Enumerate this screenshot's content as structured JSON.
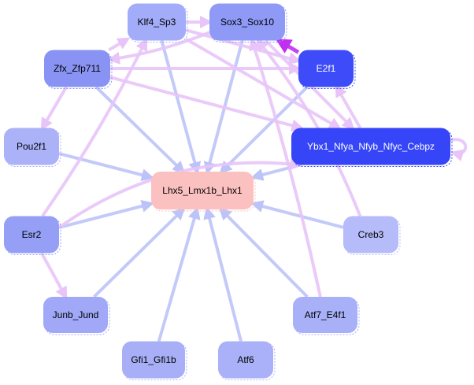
{
  "colors": {
    "activation": "#bcc3f8",
    "interaction": "#e8c4f8",
    "strong": "#c030f0"
  },
  "nodes": [
    {
      "id": "klf4",
      "label": "Klf4_Sp3",
      "fill": "#a3acf8",
      "text": "#000"
    },
    {
      "id": "sox3",
      "label": "Sox3_Sox10",
      "fill": "#8f9af6",
      "text": "#000"
    },
    {
      "id": "zfx",
      "label": "Zfx_Zfp711",
      "fill": "#8893f4",
      "text": "#000"
    },
    {
      "id": "e2f1",
      "label": "E2f1",
      "fill": "#3d4cf8",
      "text": "#fff"
    },
    {
      "id": "pou2f1",
      "label": "Pou2f1",
      "fill": "#abb2f8",
      "text": "#000"
    },
    {
      "id": "ybx1",
      "label": "Ybx1_Nfya_Nfyb_Nfyc_Cebpz",
      "fill": "#3545f7",
      "text": "#fff"
    },
    {
      "id": "lhx5",
      "label": "Lhx5_Lmx1b_Lhx1",
      "fill": "#fbc0c0",
      "text": "#000"
    },
    {
      "id": "esr2",
      "label": "Esr2",
      "fill": "#959ff6",
      "text": "#000"
    },
    {
      "id": "creb3",
      "label": "Creb3",
      "fill": "#b6bbf9",
      "text": "#000"
    },
    {
      "id": "junb",
      "label": "Junb_Jund",
      "fill": "#a0a8f7",
      "text": "#000"
    },
    {
      "id": "atf7",
      "label": "Atf7_E4f1",
      "fill": "#a8b0f8",
      "text": "#000"
    },
    {
      "id": "gfi1",
      "label": "Gfi1_Gfi1b",
      "fill": "#a8aff7",
      "text": "#000"
    },
    {
      "id": "atf6",
      "label": "Atf6",
      "fill": "#aab1f8",
      "text": "#000"
    }
  ],
  "edges": [
    {
      "from": "klf4",
      "to": "lhx5",
      "kind": "activation"
    },
    {
      "from": "sox3",
      "to": "lhx5",
      "kind": "activation"
    },
    {
      "from": "zfx",
      "to": "lhx5",
      "kind": "activation"
    },
    {
      "from": "e2f1",
      "to": "lhx5",
      "kind": "activation"
    },
    {
      "from": "pou2f1",
      "to": "lhx5",
      "kind": "activation"
    },
    {
      "from": "ybx1",
      "to": "lhx5",
      "kind": "activation"
    },
    {
      "from": "esr2",
      "to": "lhx5",
      "kind": "activation"
    },
    {
      "from": "creb3",
      "to": "lhx5",
      "kind": "activation"
    },
    {
      "from": "junb",
      "to": "lhx5",
      "kind": "activation"
    },
    {
      "from": "atf7",
      "to": "lhx5",
      "kind": "activation"
    },
    {
      "from": "gfi1",
      "to": "lhx5",
      "kind": "activation"
    },
    {
      "from": "atf6",
      "to": "lhx5",
      "kind": "activation"
    },
    {
      "from": "klf4",
      "to": "sox3",
      "kind": "interaction"
    },
    {
      "from": "zfx",
      "to": "klf4",
      "kind": "interaction"
    },
    {
      "from": "sox3",
      "to": "zfx",
      "kind": "interaction"
    },
    {
      "from": "zfx",
      "to": "e2f1",
      "kind": "interaction"
    },
    {
      "from": "zfx",
      "to": "ybx1",
      "kind": "interaction"
    },
    {
      "from": "zfx",
      "to": "pou2f1",
      "kind": "interaction"
    },
    {
      "from": "klf4",
      "to": "e2f1",
      "kind": "interaction"
    },
    {
      "from": "klf4",
      "to": "ybx1",
      "kind": "interaction"
    },
    {
      "from": "sox3",
      "to": "ybx1",
      "kind": "interaction"
    },
    {
      "from": "ybx1",
      "to": "e2f1",
      "kind": "interaction"
    },
    {
      "from": "e2f1",
      "to": "sox3",
      "kind": "strong"
    },
    {
      "from": "ybx1",
      "to": "ybx1",
      "kind": "interaction"
    },
    {
      "from": "esr2",
      "to": "ybx1",
      "kind": "interaction"
    },
    {
      "from": "esr2",
      "to": "klf4",
      "kind": "interaction"
    },
    {
      "from": "esr2",
      "to": "junb",
      "kind": "interaction"
    },
    {
      "from": "creb3",
      "to": "sox3",
      "kind": "interaction"
    },
    {
      "from": "atf7",
      "to": "sox3",
      "kind": "interaction"
    }
  ]
}
